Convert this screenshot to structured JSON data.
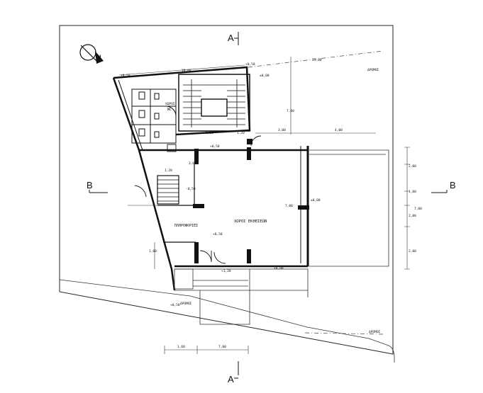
{
  "section_marks": {
    "top": "A",
    "bottom": "A",
    "left": "B",
    "right": "B"
  },
  "rooms": {
    "main_hall": "ΧΩΡΟΣ ΕΚΘΕΣΕΩΝ",
    "secondary_room": "ΠΛΗΡΟΦΟΡΙΕΣ",
    "wc": "WC",
    "wc_area": "ΧΩΡΟΣ"
  },
  "dimensions": {
    "top_width": "10,00",
    "right_span": "25,00",
    "right_mid": "4,00",
    "right_small": "3,00",
    "stair_label": "1,20",
    "stair_label_2": "1,20",
    "vertical_left": "3,00",
    "vertical_right": "7,00",
    "hall_height": "7,00",
    "right_side_1": "2,00",
    "right_side_2": "1,00",
    "right_side_3": "2,00",
    "right_side_4": "2,00",
    "right_total": "7,00",
    "bottom_left": "1,60",
    "bottom_right": "7,00",
    "left_dim": "1,60",
    "door_dim": "1,20",
    "corner_top_left": "+0,50",
    "corner_top_right": "+0,50",
    "plot_edge_right": "ΔΡΟΜΟΣ",
    "plot_edge_bottom": "ΔΡΟΜΟΣ",
    "plot_edge_left": "ΔΡΟΜΟΣ"
  },
  "levels": {
    "l1": "±0,00",
    "l2": "+0,50",
    "l3": "-0,50",
    "l4": "+0,50",
    "l5": "±0,00",
    "l6": "+1,20",
    "l7": "±0,00",
    "l8": "+0,50"
  }
}
